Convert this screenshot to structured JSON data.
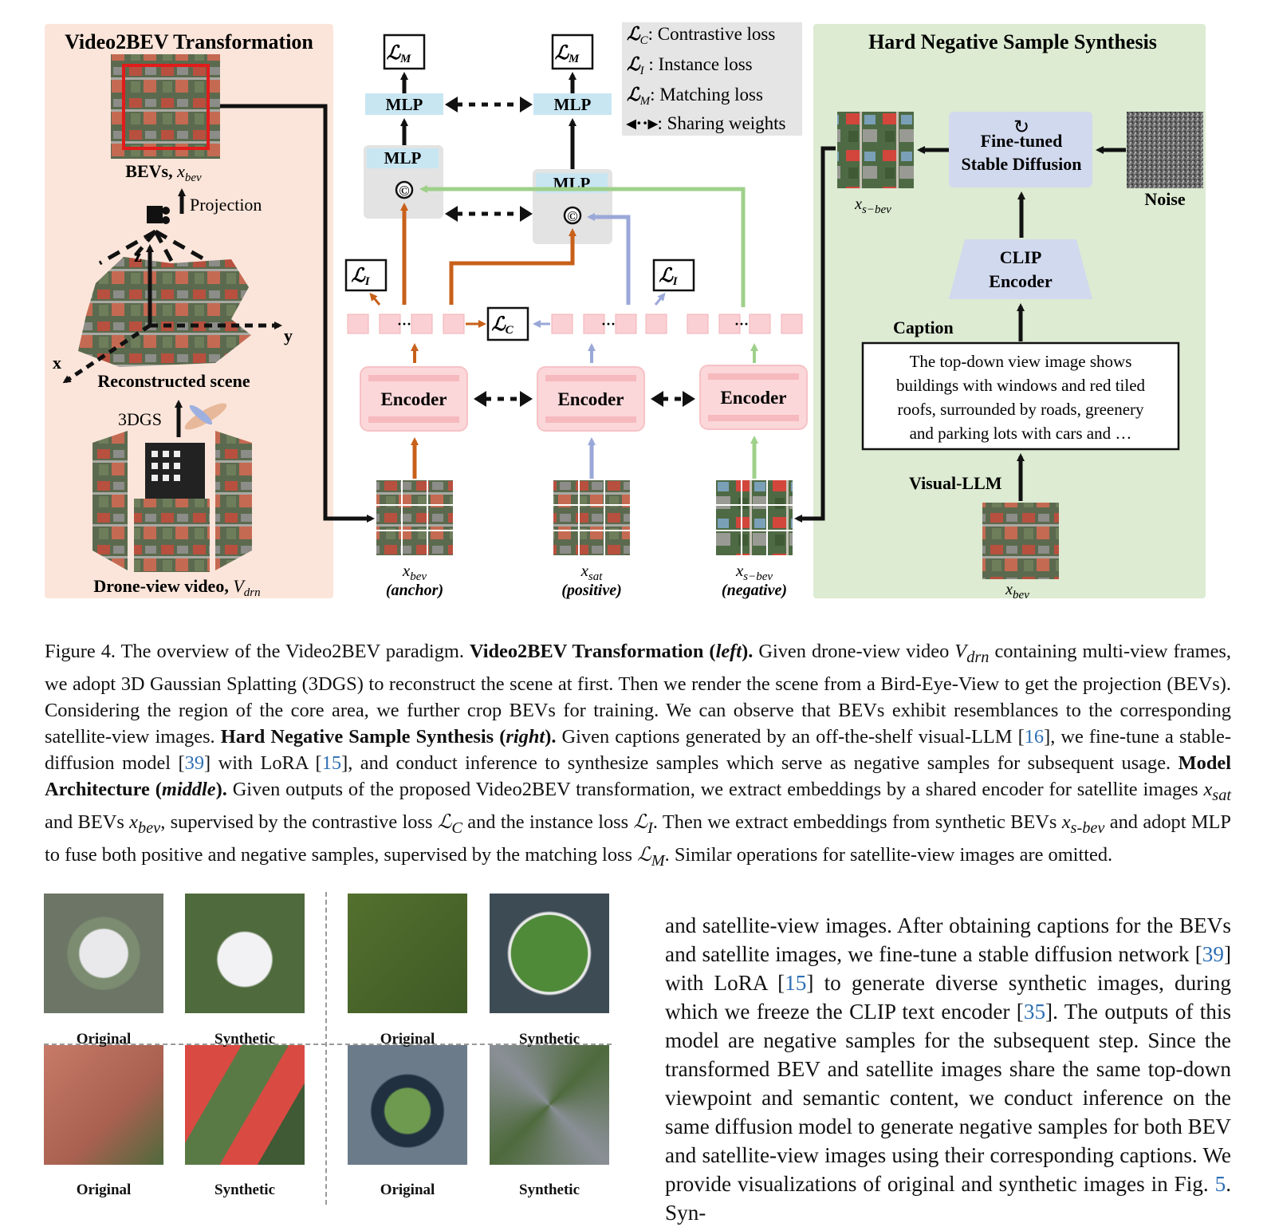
{
  "figure": {
    "left_panel": {
      "title": "Video2BEV Transformation",
      "bevs_label": "BEVs, ",
      "bevs_math": "x",
      "bevs_sub": "bev",
      "projection_label": "Projection",
      "axis_z": "z",
      "axis_y": "y",
      "axis_x": "x",
      "scene_label": "Reconstructed scene",
      "dgs_label": "3DGS",
      "video_label": "Drone-view video, ",
      "video_math": "V",
      "video_sub": "drn"
    },
    "middle": {
      "loss_m": "ℒ",
      "loss_m_sub": "M",
      "loss_i": "ℒ",
      "loss_i_sub": "I",
      "loss_c": "ℒ",
      "loss_c_sub": "C",
      "mlp": "MLP",
      "encoder": "Encoder",
      "concat": "©",
      "ellipsis": "···",
      "inputs": [
        {
          "math": "x",
          "sub": "bev",
          "role": "(anchor)"
        },
        {
          "math": "x",
          "sub": "sat",
          "role": "(positive)"
        },
        {
          "math": "x",
          "sub": "s−bev",
          "role": "(negative)"
        }
      ]
    },
    "legend": [
      {
        "sym": "ℒ",
        "sub": "C",
        "text": ": Contrastive loss"
      },
      {
        "sym": "ℒ",
        "sub": "I",
        "text": " :  Instance loss"
      },
      {
        "sym": "ℒ",
        "sub": "M",
        "text": ": Matching loss"
      },
      {
        "sym": "◂··▸",
        "sub": "",
        "text": ": Sharing weights"
      }
    ],
    "right_panel": {
      "title": "Hard Negative Sample Synthesis",
      "diffusion_line1": "Fine-tuned",
      "diffusion_line2": "Stable Diffusion",
      "noise_label": "Noise",
      "sbev_math": "x",
      "sbev_sub": "s−bev",
      "clip_line1": "CLIP",
      "clip_line2": "Encoder",
      "caption_label": "Caption",
      "caption_text_lines": [
        "The top-down view image shows",
        "buildings with windows and red tiled",
        "roofs, surrounded by roads, greenery",
        "and parking lots with cars and …"
      ],
      "llm_label": "Visual-LLM",
      "bev_math": "x",
      "bev_sub": "bev"
    },
    "colors": {
      "left_bg": "#fbe5da",
      "right_bg": "#dcebd2",
      "anchor_arrow": "#c8601a",
      "positive_arrow": "#9aa8d8",
      "negative_arrow": "#9fd08a",
      "mlp_fill": "#c8e6f2",
      "encoder_fill": "#fbd7d9"
    }
  },
  "caption": {
    "p1": "Figure 4. The overview of the Video2BEV paradigm. ",
    "b1": "Video2BEV Transformation (",
    "b1i": "left",
    "b1e": ").",
    "p2": " Given drone-view video ",
    "m1": "V",
    "m1s": "drn",
    "p3": " containing multi-view frames, we adopt 3D Gaussian Splatting (3DGS) to reconstruct the scene at first. Then we render the scene from a Bird-Eye-View to get the projection (BEVs). Considering the region of the core area, we further crop BEVs for training. We can observe that BEVs exhibit resemblances to the corresponding satellite-view images. ",
    "b2": "Hard Negative Sample Synthesis (",
    "b2i": "right",
    "b2e": ").",
    "p4": " Given captions generated by an off-the-shelf visual-LLM [",
    "r16": "16",
    "p5": "], we fine-tune a stable-diffusion model [",
    "r39": "39",
    "p6": "] with LoRA [",
    "r15": "15",
    "p7": "], and conduct inference to synthesize samples which serve as negative samples for subsequent usage. ",
    "b3": "Model Architecture (",
    "b3i": "middle",
    "b3e": ").",
    "p8": " Given outputs of the proposed Video2BEV transformation, we extract embeddings by a shared encoder for satellite images ",
    "m2": "x",
    "m2s": "sat",
    "p9": " and BEVs ",
    "m3": "x",
    "m3s": "bev",
    "p10": ", supervised by the contrastive loss ",
    "m4": "ℒ",
    "m4s": "C",
    "p11": " and the instance loss ",
    "m5": "ℒ",
    "m5s": "I",
    "p12": ". Then we extract embeddings from synthetic BEVs ",
    "m6": "x",
    "m6s": "s-bev",
    "p13": " and adopt MLP to fuse both positive and negative samples, supervised by the matching loss ",
    "m7": "ℒ",
    "m7s": "M",
    "p14": ". Similar operations for satellite-view images are omitted."
  },
  "grid": {
    "labels": [
      "Original",
      "Synthetic",
      "Original",
      "Synthetic",
      "Original",
      "Synthetic",
      "Original",
      "Synthetic"
    ]
  },
  "body": {
    "t1": "and satellite-view images. After obtaining captions for the BEVs and satellite images, we fine-tune a stable diffusion network [",
    "r1": "39",
    "t2": "] with LoRA [",
    "r2": "15",
    "t3": "] to generate diverse synthetic images, during which we freeze the CLIP text encoder [",
    "r3": "35",
    "t4": "]. The outputs of this model are negative samples for the subsequent step. Since the transformed BEV and satellite images share the same top-down viewpoint and semantic content, we conduct inference on the same diffusion model to generate negative samples for both BEV and satellite-view images using their corresponding captions. We provide visualizations of original and synthetic images in Fig. ",
    "r4": "5",
    "t5": ". Syn-"
  }
}
